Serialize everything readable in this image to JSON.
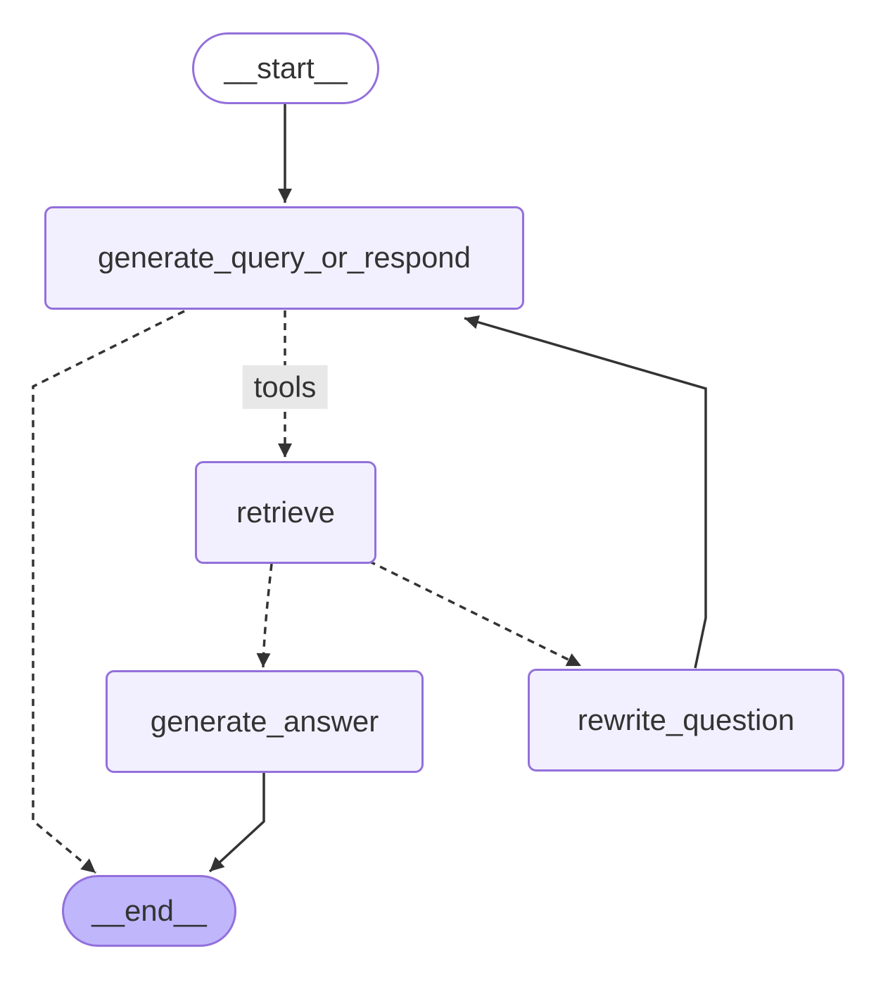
{
  "diagram": {
    "type": "flowchart",
    "direction": "top-down",
    "nodes": [
      {
        "id": "__start__",
        "label": "__start__",
        "shape": "stadium"
      },
      {
        "id": "generate_query_or_respond",
        "label": "generate_query_or_respond",
        "shape": "rect"
      },
      {
        "id": "retrieve",
        "label": "retrieve",
        "shape": "rect"
      },
      {
        "id": "generate_answer",
        "label": "generate_answer",
        "shape": "rect"
      },
      {
        "id": "rewrite_question",
        "label": "rewrite_question",
        "shape": "rect"
      },
      {
        "id": "__end__",
        "label": "__end__",
        "shape": "stadium"
      }
    ],
    "edges": [
      {
        "from": "__start__",
        "to": "generate_query_or_respond",
        "style": "solid",
        "label": ""
      },
      {
        "from": "generate_query_or_respond",
        "to": "retrieve",
        "style": "dashed",
        "label": "tools"
      },
      {
        "from": "generate_query_or_respond",
        "to": "__end__",
        "style": "dashed",
        "label": ""
      },
      {
        "from": "retrieve",
        "to": "generate_answer",
        "style": "dashed",
        "label": ""
      },
      {
        "from": "retrieve",
        "to": "rewrite_question",
        "style": "dashed",
        "label": ""
      },
      {
        "from": "rewrite_question",
        "to": "generate_query_or_respond",
        "style": "solid",
        "label": ""
      },
      {
        "from": "generate_answer",
        "to": "__end__",
        "style": "solid",
        "label": ""
      }
    ],
    "colors": {
      "node_fill": "#f2f0ff",
      "node_border": "#9370db",
      "start_fill": "#ffffff",
      "end_fill": "#bfb6fc",
      "edge": "#333333",
      "text": "#333333",
      "edge_label_bg": "#e8e8e8",
      "background": "#ffffff"
    }
  }
}
